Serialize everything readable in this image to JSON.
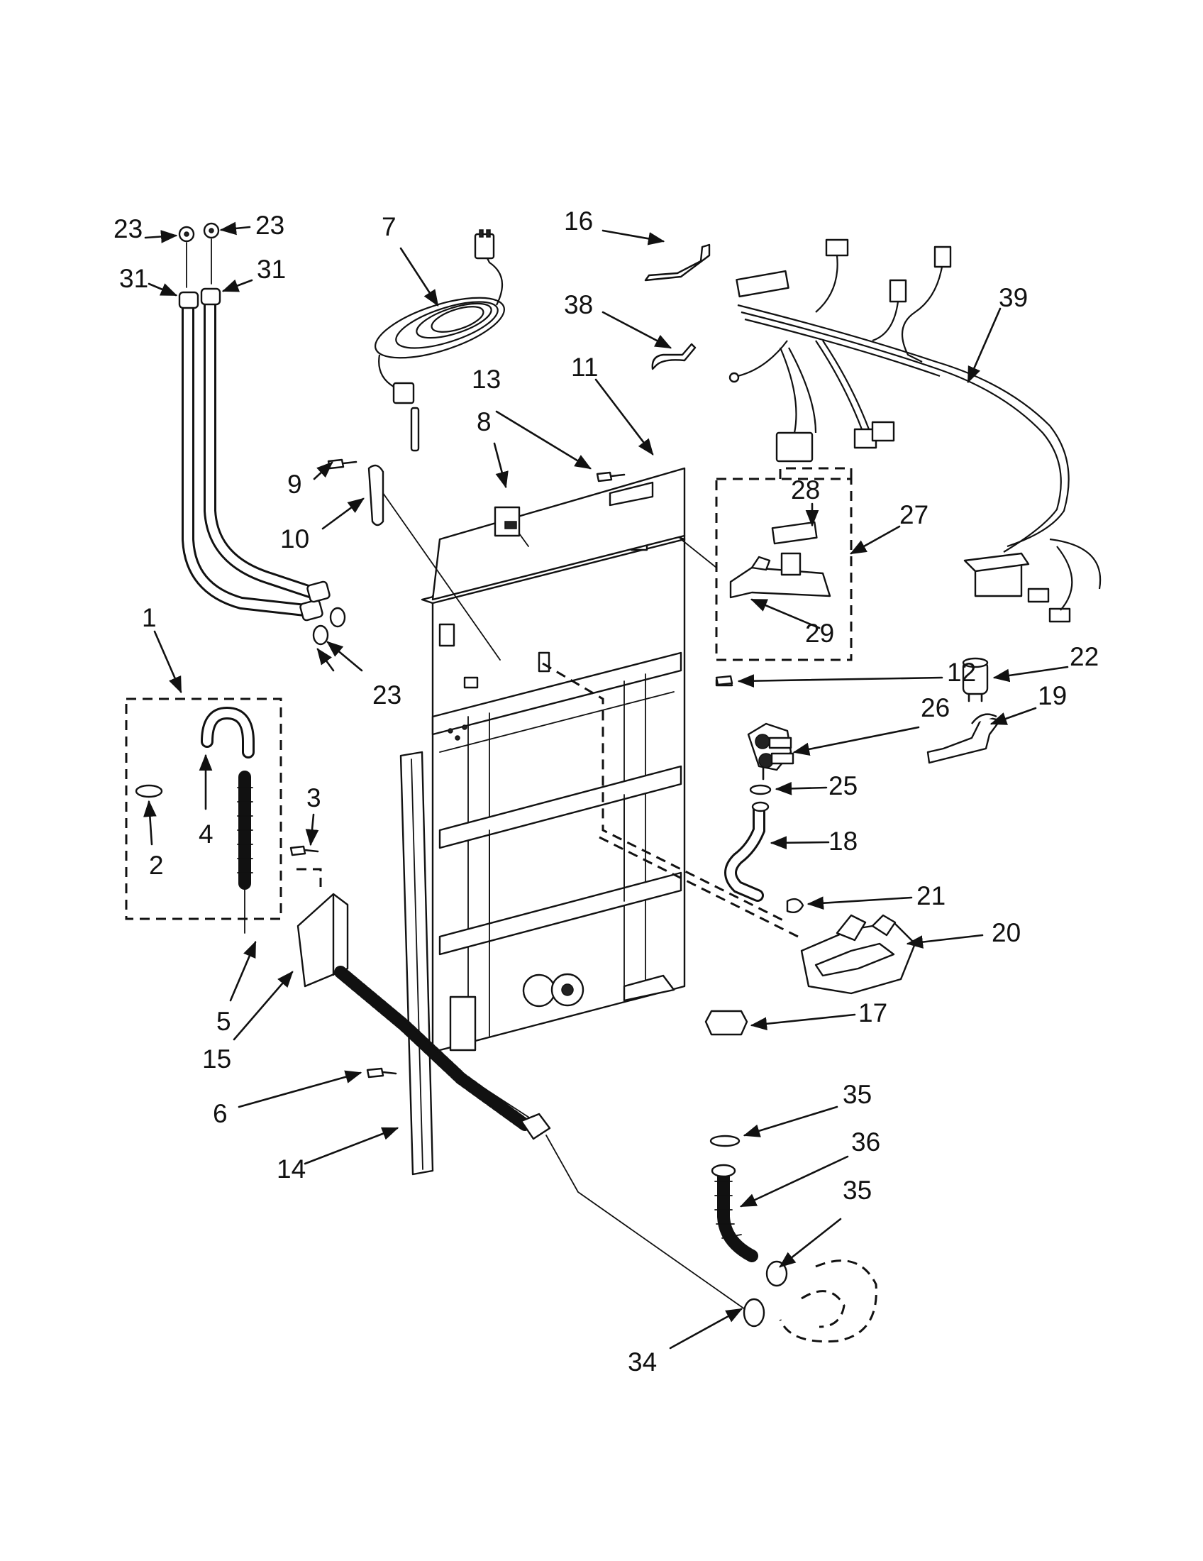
{
  "diagram": {
    "labels": {
      "l1": "1",
      "l2": "2",
      "l3": "3",
      "l4": "4",
      "l5": "5",
      "l6": "6",
      "l7": "7",
      "l8": "8",
      "l9": "9",
      "l10": "10",
      "l11": "11",
      "l12": "12",
      "l13": "13",
      "l14": "14",
      "l15": "15",
      "l16": "16",
      "l17": "17",
      "l18": "18",
      "l19": "19",
      "l20": "20",
      "l21": "21",
      "l22": "22",
      "l23a": "23",
      "l23b": "23",
      "l23c": "23",
      "l25": "25",
      "l26": "26",
      "l27": "27",
      "l28": "28",
      "l29": "29",
      "l31a": "31",
      "l31b": "31",
      "l34": "34",
      "l35a": "35",
      "l35b": "35",
      "l36": "36",
      "l38": "38",
      "l39": "39"
    }
  }
}
